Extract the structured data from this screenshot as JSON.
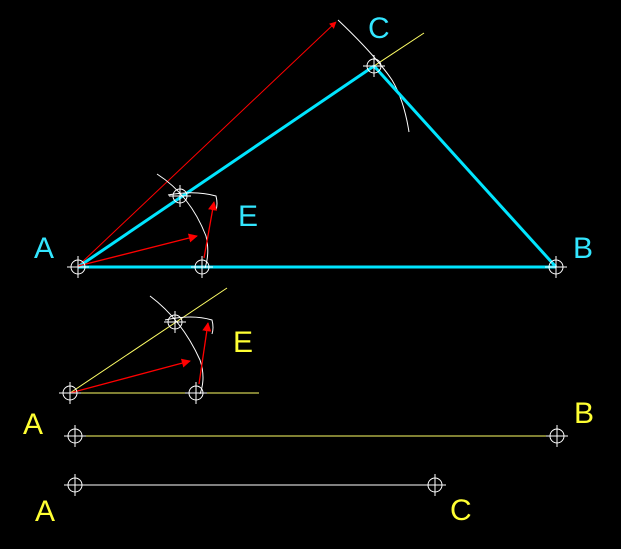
{
  "colors": {
    "background": "#000000",
    "triangle": "#00e5ff",
    "arrow": "#ff0000",
    "construction_yellow": "#ffff66",
    "construction_white": "#ffffff",
    "label_cyan": "#33e6ff",
    "label_yellow": "#ffff33"
  },
  "main_figure": {
    "label_a": "A",
    "label_b": "B",
    "label_c": "C",
    "label_e": "E"
  },
  "copied_angle": {
    "label_e": "E"
  },
  "segment_ab": {
    "label_a": "A",
    "label_b": "B"
  },
  "segment_ac": {
    "label_a": "A",
    "label_c": "C"
  },
  "marker_icon": "circle-crosshair-icon"
}
